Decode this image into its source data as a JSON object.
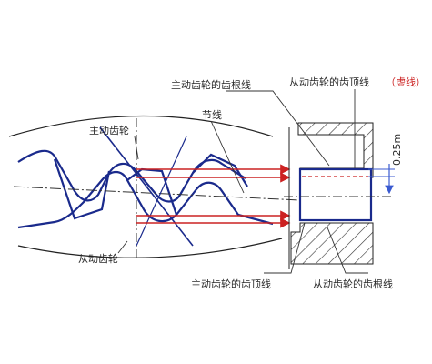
{
  "labels": {
    "driving_root_line": "主动齿轮的齿根线",
    "driven_tip_line": "从动齿轮的齿顶线",
    "driven_tip_line_note": "（虚线）",
    "pitch_line": "节线",
    "driving_gear": "主动齿轮",
    "driven_gear": "从动齿轮",
    "clearance": "0.25m",
    "driving_tip_line": "主动齿轮的齿顶线",
    "driven_root_line": "从动齿轮的齿根线"
  },
  "colors": {
    "tooth_outline": "#1a2a8c",
    "projection_lines": "#cc2222",
    "leader_lines": "#333333",
    "hatch": "#333333",
    "dimension": "#3a5ad0"
  }
}
